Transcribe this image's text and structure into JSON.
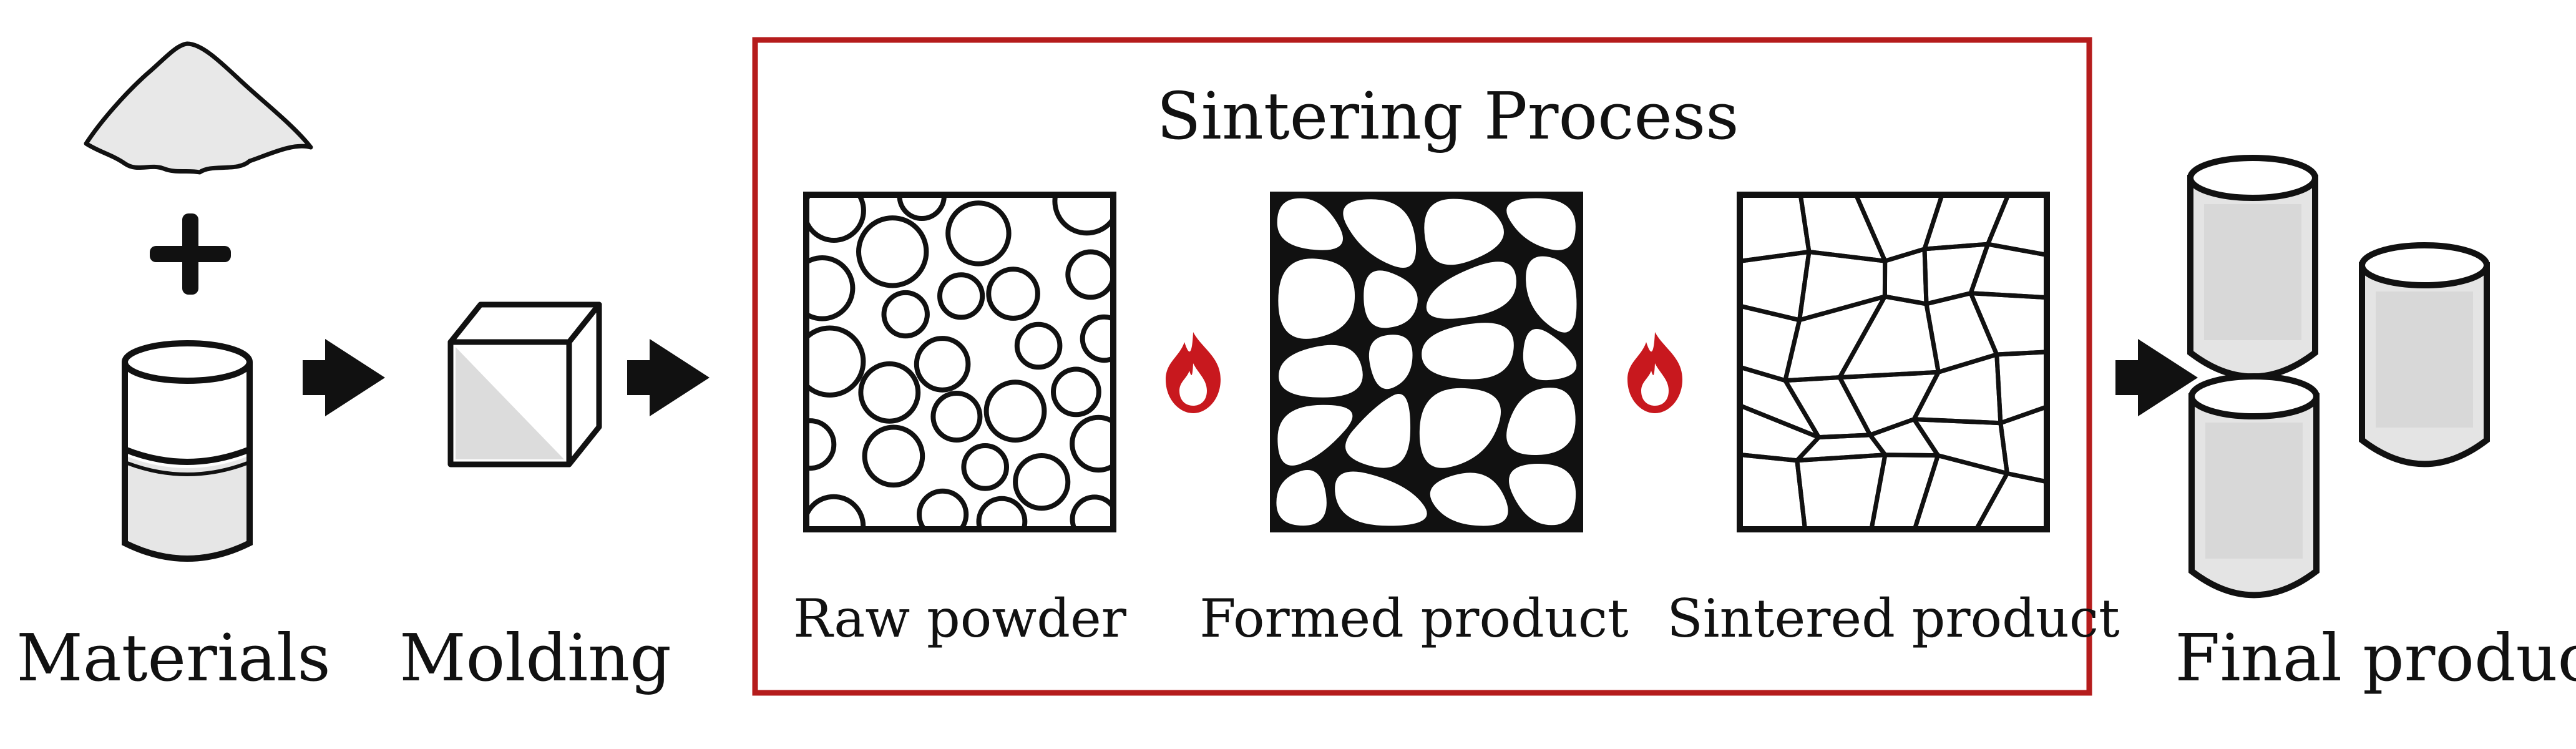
{
  "labels": {
    "materials": "Materials",
    "molding": "Molding",
    "final_product": "Final product"
  },
  "sintering": {
    "title": "Sintering Process",
    "stages": [
      {
        "label": "Raw powder"
      },
      {
        "label": "Formed product"
      },
      {
        "label": "Sintered product"
      }
    ]
  },
  "colors": {
    "frame": "#b51c1c",
    "flame": "#c8181e",
    "ink": "#111111",
    "fill_light": "#e6e6e6"
  },
  "icons": [
    "powder-pile-icon",
    "plus-icon",
    "beaker-icon",
    "arrow-right-icon",
    "cube-icon",
    "flame-icon",
    "cylinder-icon"
  ]
}
